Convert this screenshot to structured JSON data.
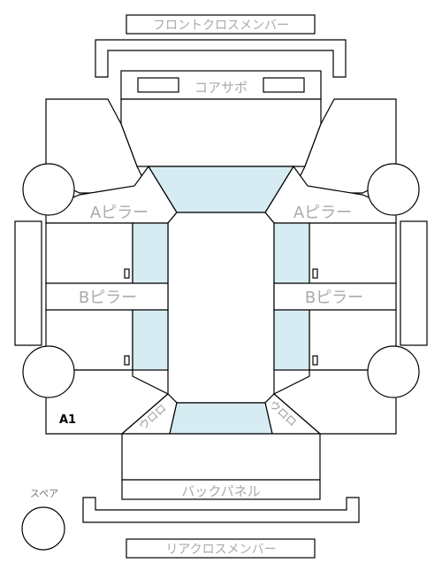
{
  "labels": {
    "front_cross_member": "フロントクロスメンバー",
    "core_support": "コアサポ",
    "a_pillar_left": "Aピラー",
    "a_pillar_right": "Aピラー",
    "b_pillar_left": "Bピラー",
    "b_pillar_right": "Bピラー",
    "area_code": "A1",
    "corner_left": "ウロロ",
    "corner_right": "ウロロ",
    "back_panel": "バックパネル",
    "rear_cross_member": "リアクロスメンバー",
    "spare": "スペア"
  },
  "colors": {
    "glass": "#d6ecf2",
    "line": "#000000",
    "label": "#aaaaaa"
  }
}
